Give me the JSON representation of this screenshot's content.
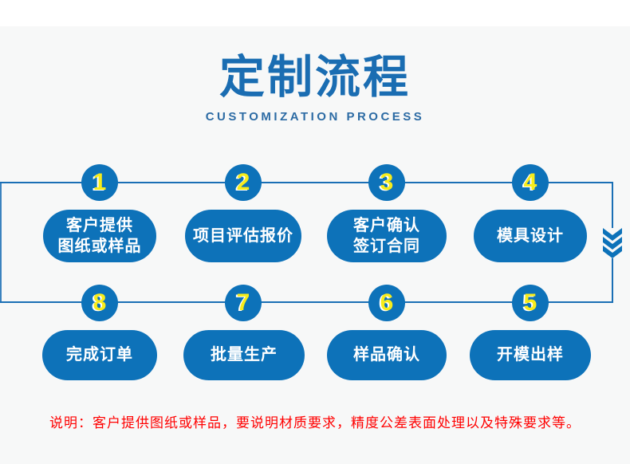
{
  "page": {
    "title": "定制流程",
    "subtitle": "CUSTOMIZATION PROCESS",
    "note": "说明：客户提供图纸或样品，要说明材质要求，精度公差表面处理以及特殊要求等。"
  },
  "colors": {
    "shape_blue": "#0d72b9",
    "line_blue": "#1a6fb5",
    "title_blue": "#1a6db2",
    "number_yellow": "#f7ec1a",
    "note_red": "#ff0000",
    "panel_gray": "#f7f8f8"
  },
  "steps": [
    {
      "num": "1",
      "label": "客户提供\n图纸或样品"
    },
    {
      "num": "2",
      "label": "项目评估报价"
    },
    {
      "num": "3",
      "label": "客户确认\n签订合同"
    },
    {
      "num": "4",
      "label": "模具设计"
    },
    {
      "num": "5",
      "label": "开模出样"
    },
    {
      "num": "6",
      "label": "样品确认"
    },
    {
      "num": "7",
      "label": "批量生产"
    },
    {
      "num": "8",
      "label": "完成订单"
    }
  ]
}
